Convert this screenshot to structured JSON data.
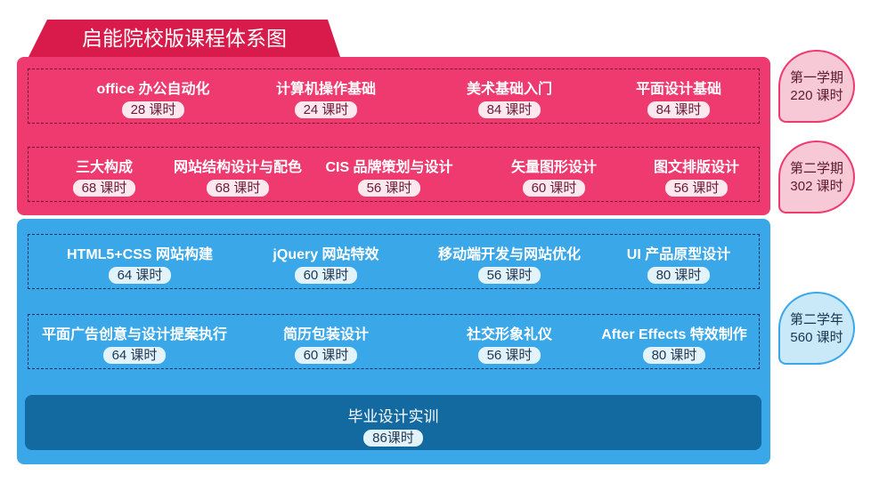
{
  "title": "启能院校版课程体系图",
  "terms": [
    {
      "label": "第一学期",
      "hours": "220 课时"
    },
    {
      "label": "第二学期",
      "hours": "302 课时"
    },
    {
      "label": "第二学年",
      "hours": "560 课时"
    }
  ],
  "pink_rows": [
    [
      {
        "name": "office 办公自动化",
        "hours": "28 课时"
      },
      {
        "name": "计算机操作基础",
        "hours": "24 课时"
      },
      {
        "name": "美术基础入门",
        "hours": "84 课时"
      },
      {
        "name": "平面设计基础",
        "hours": "84 课时"
      }
    ],
    [
      {
        "name": "三大构成",
        "hours": "68 课时"
      },
      {
        "name": "网站结构设计与配色",
        "hours": "68 课时"
      },
      {
        "name": "CIS 品牌策划与设计",
        "hours": "56 课时"
      },
      {
        "name": "矢量图形设计",
        "hours": "60 课时"
      },
      {
        "name": "图文排版设计",
        "hours": "56 课时"
      }
    ]
  ],
  "blue_rows": [
    [
      {
        "name": "HTML5+CSS 网站构建",
        "hours": "64 课时"
      },
      {
        "name": "jQuery 网站特效",
        "hours": "60 课时"
      },
      {
        "name": "移动端开发与网站优化",
        "hours": "56 课时"
      },
      {
        "name": "UI 产品原型设计",
        "hours": "80 课时"
      }
    ],
    [
      {
        "name": "平面广告创意与设计提案执行",
        "hours": "64 课时"
      },
      {
        "name": "简历包装设计",
        "hours": "60 课时"
      },
      {
        "name": "社交形象礼仪",
        "hours": "56 课时"
      },
      {
        "name": "After Effects 特效制作",
        "hours": "80 课时"
      }
    ]
  ],
  "graduation": {
    "name": "毕业设计实训",
    "hours": "86课时"
  },
  "colors": {
    "pink": "#ee3a6e",
    "title_red": "#d81b4a",
    "blue": "#3aa7e9",
    "dark_blue": "#136aa0"
  }
}
